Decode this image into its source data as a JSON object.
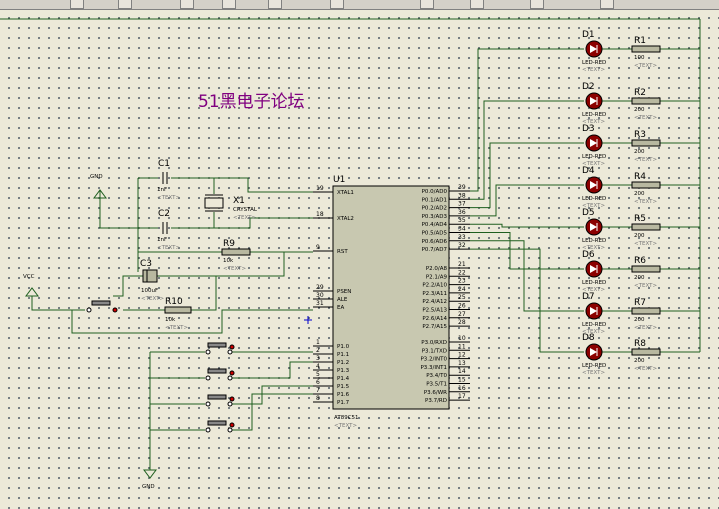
{
  "watermark": "51黑电子论坛",
  "text_placeholder": "<TEXT>",
  "colors": {
    "canvas": "#ece9d8",
    "wire": "#1f5f1f",
    "chip": "#c8c8b0",
    "led": "#8b0000",
    "watermark": "#800080",
    "resistor": "#b8b8a0"
  },
  "chip": {
    "ref": "U1",
    "part": "AT89C51"
  },
  "power": {
    "vcc": "VCC",
    "gnd": "GND"
  },
  "components": {
    "c1": {
      "ref": "C1",
      "value": "1nF"
    },
    "c2": {
      "ref": "C2",
      "value": "1nF"
    },
    "c3": {
      "ref": "C3",
      "value": "100uF"
    },
    "x1": {
      "ref": "X1",
      "value": "CRYSTAL"
    },
    "r9": {
      "ref": "R9",
      "value": "10k"
    },
    "r10": {
      "ref": "R10",
      "value": "10k"
    }
  },
  "left_pins": [
    {
      "num": "19",
      "name": "XTAL1"
    },
    {
      "num": "18",
      "name": "XTAL2"
    },
    {
      "num": "9",
      "name": "RST"
    },
    {
      "num": "29",
      "name": "PSEN"
    },
    {
      "num": "30",
      "name": "ALE"
    },
    {
      "num": "31",
      "name": "EA"
    },
    {
      "num": "1",
      "name": "P1.0"
    },
    {
      "num": "2",
      "name": "P1.1"
    },
    {
      "num": "3",
      "name": "P1.2"
    },
    {
      "num": "4",
      "name": "P1.3"
    },
    {
      "num": "5",
      "name": "P1.4"
    },
    {
      "num": "6",
      "name": "P1.5"
    },
    {
      "num": "7",
      "name": "P1.6"
    },
    {
      "num": "8",
      "name": "P1.7"
    }
  ],
  "right_pins": [
    {
      "num": "39",
      "name": "P0.0/AD0"
    },
    {
      "num": "38",
      "name": "P0.1/AD1"
    },
    {
      "num": "37",
      "name": "P0.2/AD2"
    },
    {
      "num": "36",
      "name": "P0.3/AD3"
    },
    {
      "num": "35",
      "name": "P0.4/AD4"
    },
    {
      "num": "34",
      "name": "P0.5/AD5"
    },
    {
      "num": "33",
      "name": "P0.6/AD6"
    },
    {
      "num": "32",
      "name": "P0.7/AD7"
    },
    {
      "num": "21",
      "name": "P2.0/A8"
    },
    {
      "num": "22",
      "name": "P2.1/A9"
    },
    {
      "num": "23",
      "name": "P2.2/A10"
    },
    {
      "num": "24",
      "name": "P2.3/A11"
    },
    {
      "num": "25",
      "name": "P2.4/A12"
    },
    {
      "num": "26",
      "name": "P2.5/A13"
    },
    {
      "num": "27",
      "name": "P2.6/A14"
    },
    {
      "num": "28",
      "name": "P2.7/A15"
    },
    {
      "num": "10",
      "name": "P3.0/RXD"
    },
    {
      "num": "11",
      "name": "P3.1/TXD"
    },
    {
      "num": "12",
      "name": "P3.2/INT0"
    },
    {
      "num": "13",
      "name": "P3.3/INT1"
    },
    {
      "num": "14",
      "name": "P3.4/T0"
    },
    {
      "num": "15",
      "name": "P3.5/T1"
    },
    {
      "num": "16",
      "name": "P3.6/WR"
    },
    {
      "num": "17",
      "name": "P3.7/RD"
    }
  ],
  "leds": [
    {
      "ref": "D1",
      "part": "LED-RED"
    },
    {
      "ref": "D2",
      "part": "LED-RED"
    },
    {
      "ref": "D3",
      "part": "LED-RED"
    },
    {
      "ref": "D4",
      "part": "LED-RED"
    },
    {
      "ref": "D5",
      "part": "LED-RED"
    },
    {
      "ref": "D6",
      "part": "LED-RED"
    },
    {
      "ref": "D7",
      "part": "LED-RED"
    },
    {
      "ref": "D8",
      "part": "LED-RED"
    }
  ],
  "resistors": [
    {
      "ref": "R1",
      "value": "100"
    },
    {
      "ref": "R2",
      "value": "200"
    },
    {
      "ref": "R3",
      "value": "200"
    },
    {
      "ref": "R4",
      "value": "200"
    },
    {
      "ref": "R5",
      "value": "200"
    },
    {
      "ref": "R6",
      "value": "200"
    },
    {
      "ref": "R7",
      "value": "200"
    },
    {
      "ref": "R8",
      "value": "200"
    }
  ]
}
